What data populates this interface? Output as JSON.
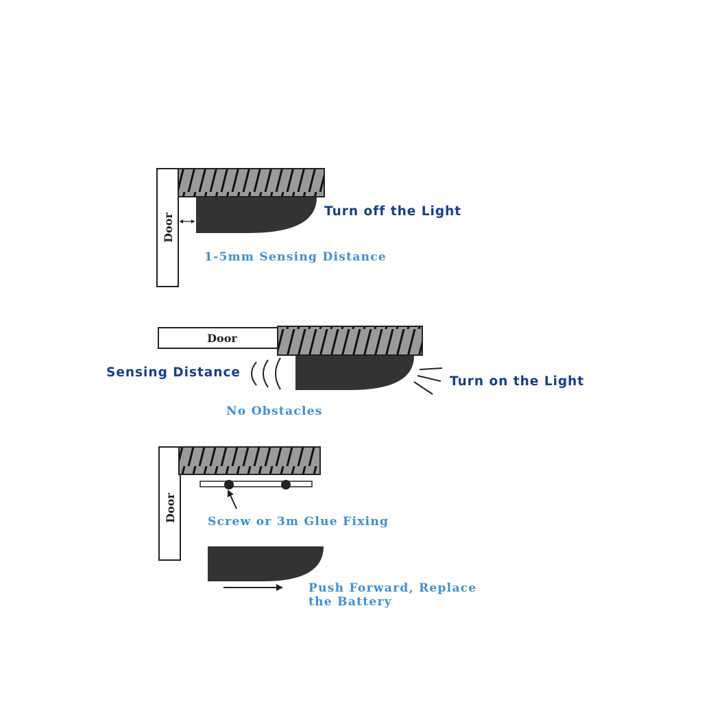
{
  "labels": {
    "door": "Door",
    "turn_off": "Turn off the Light",
    "sensing_range": "1-5mm Sensing Distance",
    "sensing_distance": "Sensing Distance",
    "turn_on": "Turn on the Light",
    "no_obstacles": "No Obstacles",
    "fixing": "Screw or 3m Glue Fixing",
    "push_forward_line1": "Push Forward, Replace",
    "push_forward_line2": "the Battery"
  },
  "colors": {
    "label_dark_blue": "#173f8a",
    "label_light_blue": "#3f8fd2",
    "hatch_fill": "#9a9a9a",
    "light_body": "#333333",
    "outline": "#222222"
  }
}
